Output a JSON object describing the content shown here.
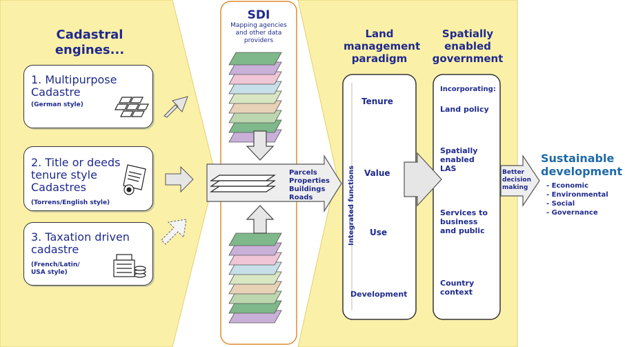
{
  "colors": {
    "left_band": "#fbf0a8",
    "right_band": "#fbf0a8",
    "text": "#1f2a8c",
    "arrow_fill": "#e6e6e6",
    "sdi_panel_border": "#e08a2a"
  },
  "left": {
    "title": "Cadastral engines...",
    "engines": [
      {
        "main": "1. Multipurpose Cadastre",
        "sub": "(German style)",
        "icon": "parcel-grid-icon"
      },
      {
        "main": "2. Title or deeds tenure style Cadastres",
        "sub": "(Torrens/English style)",
        "icon": "title-deed-icon"
      },
      {
        "main": "3. Taxation driven cadastre",
        "sub": "(French/Latin/ USA style)",
        "icon": "money-register-icon"
      }
    ]
  },
  "sdi": {
    "title": "SDI",
    "subtitle": "Mapping agencies and other data providers",
    "outputs": [
      "Parcels",
      "Properties",
      "Buildings",
      "Roads"
    ]
  },
  "land_management": {
    "title": "Land management paradigm",
    "axis_label": "Integrated functions",
    "functions": [
      "Tenure",
      "Value",
      "Use",
      "Development"
    ]
  },
  "government": {
    "title": "Spatially enabled government",
    "items": [
      "Incorporating:",
      "Land policy",
      "Spatially enabled LAS",
      "Services to business and public",
      "Country context"
    ]
  },
  "outcome": {
    "arrow_label": "Better decision making",
    "title": "Sustainable development",
    "items": [
      "- Economic",
      "- Environmental",
      "- Social",
      "- Governance"
    ]
  }
}
